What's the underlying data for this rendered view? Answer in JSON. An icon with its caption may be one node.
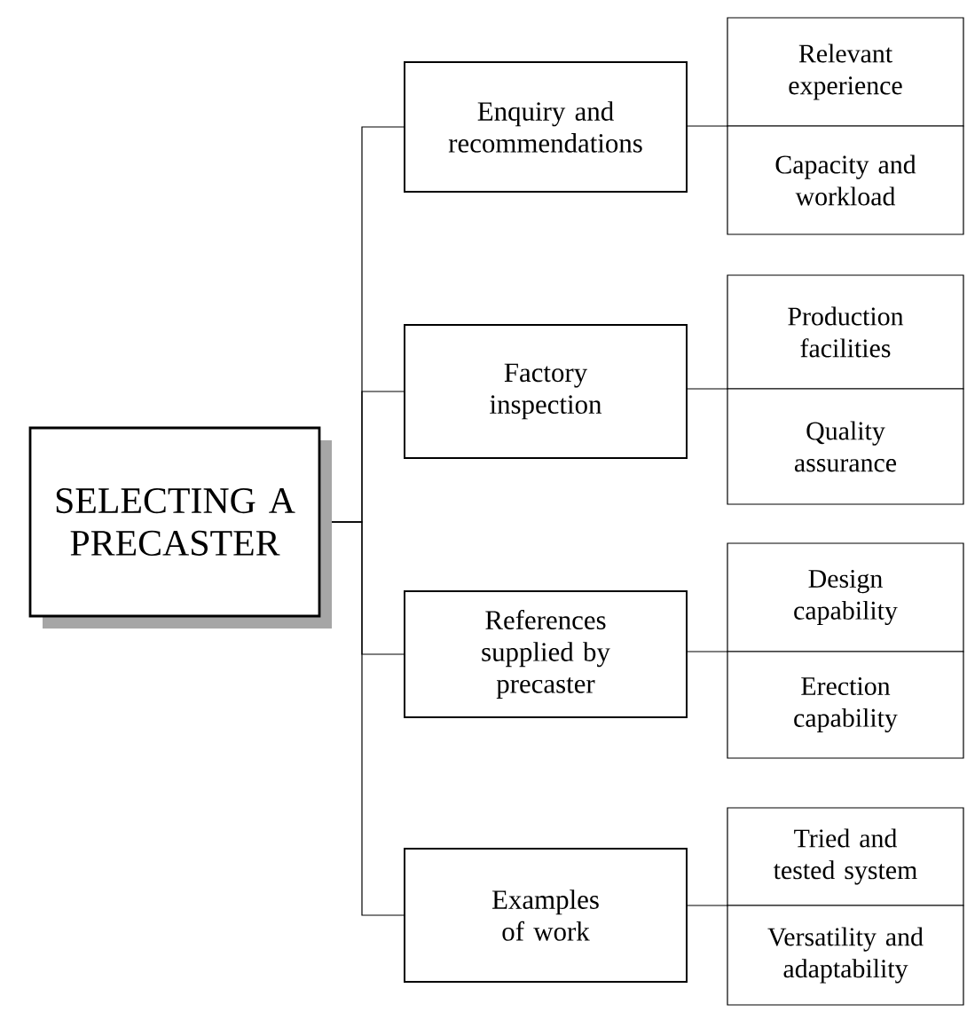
{
  "diagram": {
    "nodes": [
      {
        "text": [
          "SELECTING A PRECASTER"
        ]
      },
      {
        "text": [
          "Enquiry and recommendations"
        ]
      },
      {
        "text": [
          "Relevant experience"
        ]
      },
      {
        "text": [
          "Capacity and workload"
        ]
      },
      {
        "text": [
          "Factory inspection"
        ]
      },
      {
        "text": [
          "Production facilities"
        ]
      },
      {
        "text": [
          "Quality assurance"
        ]
      },
      {
        "text": [
          "References supplied by precaster"
        ]
      },
      {
        "text": [
          "Design capability"
        ]
      },
      {
        "text": [
          "Erection capability"
        ]
      },
      {
        "text": [
          "Examples of work"
        ]
      },
      {
        "text": [
          "Tried and tested system"
        ]
      },
      {
        "text": [
          "Versatility and adaptability"
        ]
      }
    ],
    "edges": [
      {
        "from": 0,
        "to": 1,
        "arrow": "none"
      },
      {
        "from": 0,
        "to": 4,
        "arrow": "none"
      },
      {
        "from": 0,
        "to": 7,
        "arrow": "none"
      },
      {
        "from": 0,
        "to": 10,
        "arrow": "none"
      },
      {
        "from": 1,
        "to": 2,
        "arrow": "none"
      },
      {
        "from": 1,
        "to": 3,
        "arrow": "none"
      },
      {
        "from": 4,
        "to": 5,
        "arrow": "none"
      },
      {
        "from": 4,
        "to": 6,
        "arrow": "none"
      },
      {
        "from": 7,
        "to": 8,
        "arrow": "none"
      },
      {
        "from": 7,
        "to": 9,
        "arrow": "none"
      },
      {
        "from": 10,
        "to": 11,
        "arrow": "none"
      },
      {
        "from": 10,
        "to": 12,
        "arrow": "none"
      }
    ]
  }
}
